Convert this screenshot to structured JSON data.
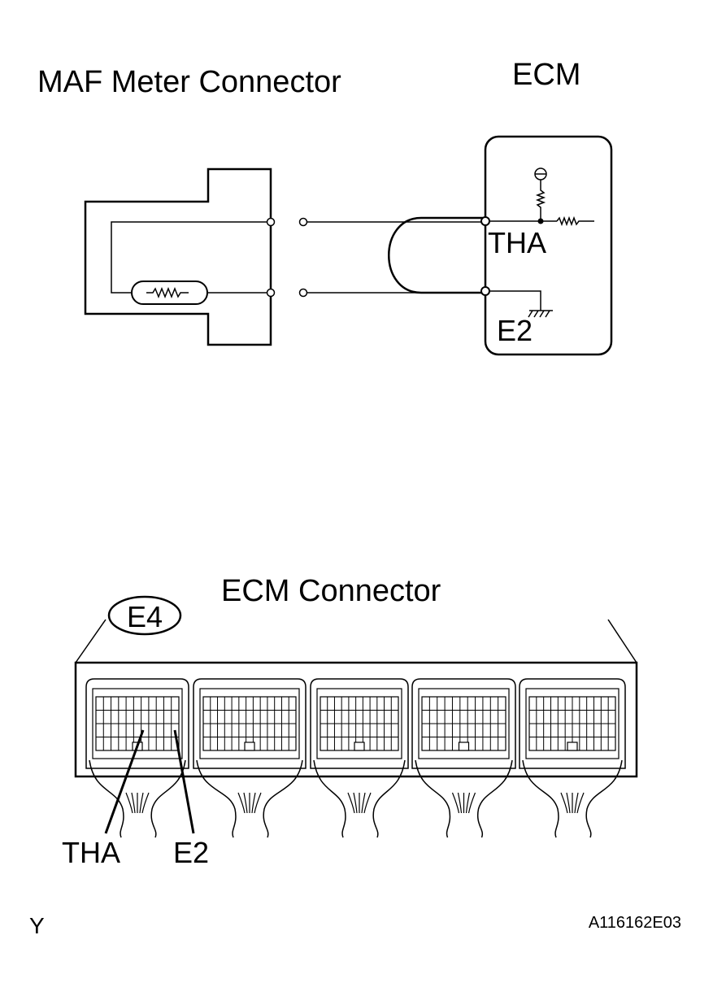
{
  "top": {
    "maf_title": "MAF Meter Connector",
    "ecm_title": "ECM",
    "tha_label": "THA",
    "e2_label": "E2"
  },
  "bottom": {
    "connector_title": "ECM Connector",
    "connector_id": "E4",
    "tha_pin_label": "THA",
    "e2_pin_label": "E2"
  },
  "footer": {
    "corner_mark": "Y",
    "figure_code": "A116162E03"
  }
}
